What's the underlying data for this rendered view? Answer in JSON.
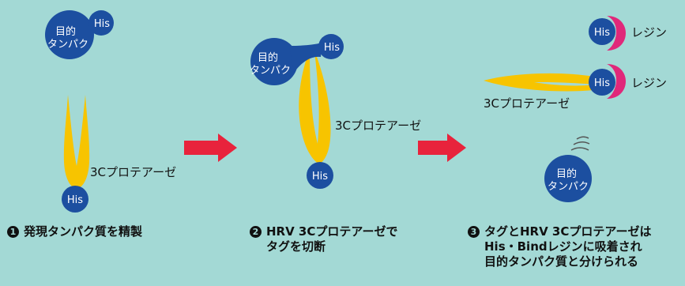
{
  "labels": {
    "target_protein_line1": "目的",
    "target_protein_line2": "タンパク",
    "his": "His",
    "protease": "3Cプロテアーゼ",
    "resin": "レジン"
  },
  "steps": [
    {
      "number": "1",
      "lines": [
        "発現タンパク質を精製"
      ]
    },
    {
      "number": "2",
      "lines": [
        "HRV 3Cプロテアーゼで",
        "タグを切断"
      ]
    },
    {
      "number": "3",
      "lines": [
        "タグとHRV 3Cプロテアーゼは",
        "His・Bindレジンに吸着され",
        "目的タンパク質と分けられる"
      ]
    }
  ],
  "colors": {
    "background": "#a3d9d5",
    "protein": "#1c4fa0",
    "protease": "#f7c400",
    "arrow": "#e8233c",
    "resin": "#e0287a"
  }
}
